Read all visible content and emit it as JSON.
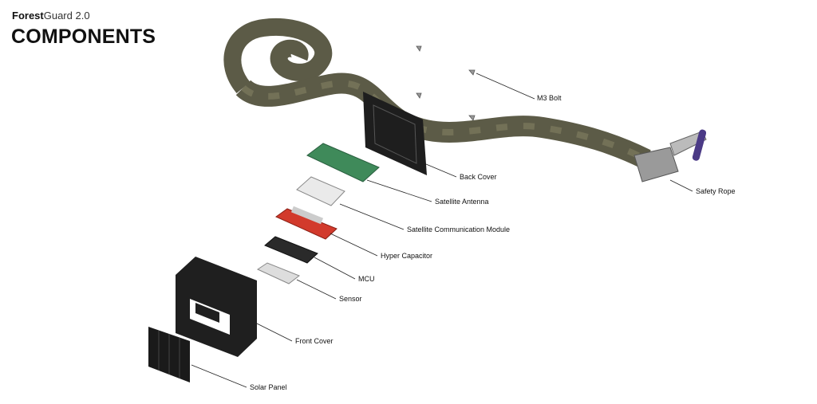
{
  "header": {
    "brand_bold": "Forest",
    "brand_light": "Guard 2.0",
    "title": "COMPONENTS"
  },
  "labels": {
    "m3_bolt": "M3 Bolt",
    "back_cover": "Back Cover",
    "safety_rope": "Safety Rope",
    "satellite_antenna": "Satellite Antenna",
    "satellite_module": "Satellite Communication Module",
    "hyper_capacitor": "Hyper Capacitor",
    "mcu": "MCU",
    "sensor": "Sensor",
    "front_cover": "Front Cover",
    "solar_panel": "Solar Panel"
  },
  "colors": {
    "strap": "#5c5b47",
    "board_green": "#3f8a5a",
    "capacitor_red": "#d23a2c",
    "cover_dark": "#1e1e1e",
    "handle_purple": "#4b3a86"
  }
}
